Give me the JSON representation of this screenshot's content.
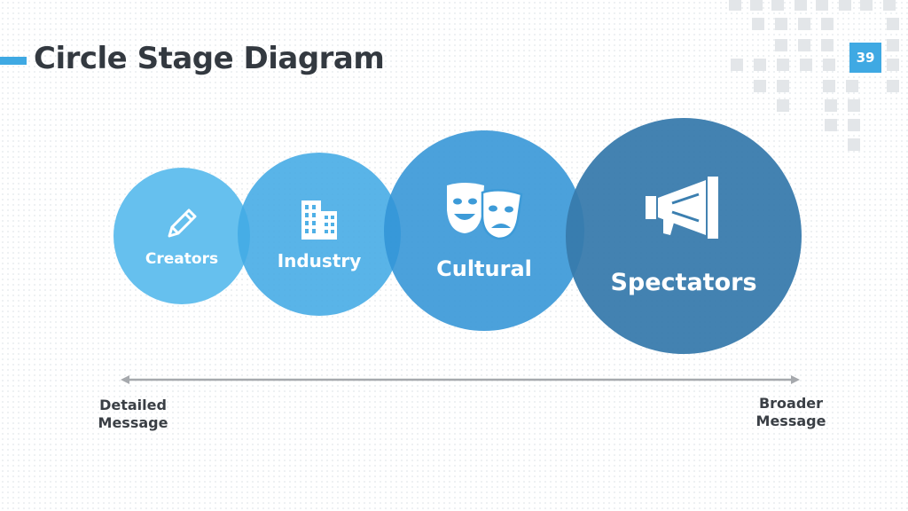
{
  "slide": {
    "title": "Circle Stage Diagram",
    "page_number": "39",
    "accent_color": "#3fa9e3"
  },
  "stages": [
    {
      "label": "Creators",
      "icon": "pencil-icon",
      "color": "#66c0ee"
    },
    {
      "label": "Industry",
      "icon": "building-icon",
      "color": "#4fb0e6"
    },
    {
      "label": "Cultural",
      "icon": "theater-masks-icon",
      "color": "#3d9bd8"
    },
    {
      "label": "Spectators",
      "icon": "megaphone-icon",
      "color": "#3b7fb0"
    }
  ],
  "axis": {
    "left_label_line1": "Detailed",
    "left_label_line2": "Message",
    "right_label_line1": "Broader",
    "right_label_line2": "Message"
  }
}
